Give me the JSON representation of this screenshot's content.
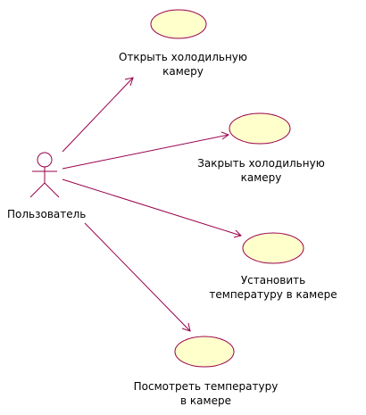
{
  "actor": {
    "name": "Пользователь"
  },
  "use_cases": [
    {
      "id": "uc1",
      "lines": [
        "Открыть холодильную",
        "камеру"
      ]
    },
    {
      "id": "uc2",
      "lines": [
        "Закрыть холодильную",
        "камеру"
      ]
    },
    {
      "id": "uc3",
      "lines": [
        "Установить",
        "температуру в камере"
      ]
    },
    {
      "id": "uc4",
      "lines": [
        "Посмотреть температуру",
        "в камере"
      ]
    }
  ],
  "colors": {
    "use_case_fill": "#FFFFCC",
    "stroke": "#99004C",
    "arrow": "#99004C"
  }
}
